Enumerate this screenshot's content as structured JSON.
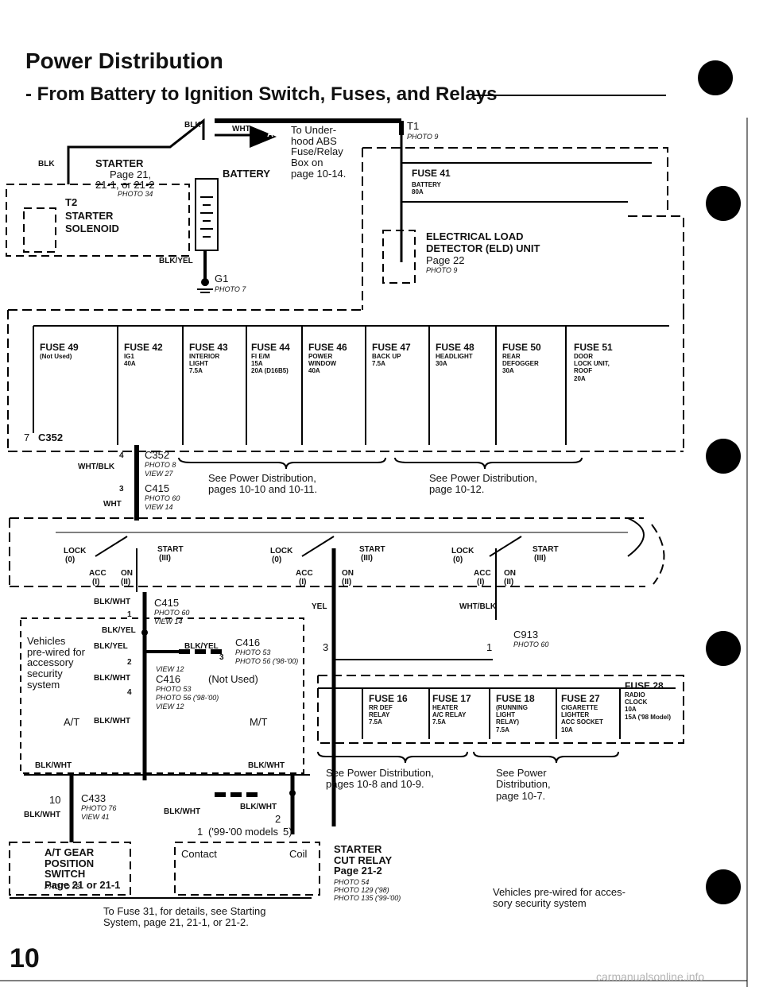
{
  "header": {
    "title": "Power Distribution",
    "subtitle": "From Battery to Ignition Switch, Fuses, and Relays"
  },
  "top": {
    "blk1": "BLK",
    "blk2": "BLK",
    "wht": "WHT",
    "starter": {
      "name": "STARTER",
      "page": "Page 21,",
      "pages": "21-1, or 21-2",
      "photo": "PHOTO 34"
    },
    "t2": "T2",
    "solenoid": {
      "l1": "STARTER",
      "l2": "SOLENOID"
    },
    "battery": "BATTERY",
    "a_marker": "A",
    "abs_note": "To Under-\nhood ABS\nFuse/Relay\nBox on\npage 10-14.",
    "blkyel": "BLK/YEL",
    "g1": {
      "name": "G1",
      "photo": "PHOTO 7"
    },
    "t1": {
      "name": "T1",
      "photo": "PHOTO 9"
    },
    "fuse41": {
      "name": "FUSE 41",
      "desc": "BATTERY",
      "amp": "80A"
    },
    "eld": {
      "l1": "ELECTRICAL LOAD",
      "l2": "DETECTOR (ELD) UNIT",
      "page": "Page 22",
      "photo": "PHOTO 9"
    }
  },
  "fuse_row": [
    {
      "name": "FUSE 49",
      "desc": "(Not Used)",
      "amp": ""
    },
    {
      "name": "FUSE 42",
      "desc": "IG1",
      "amp": "40A"
    },
    {
      "name": "FUSE 43",
      "desc": "INTERIOR\nLIGHT",
      "amp": "7.5A"
    },
    {
      "name": "FUSE 44",
      "desc": "FI E/M\n15A",
      "amp": "20A (D16B5)"
    },
    {
      "name": "FUSE 46",
      "desc": "POWER\nWINDOW",
      "amp": "40A"
    },
    {
      "name": "FUSE 47",
      "desc": "BACK UP",
      "amp": "7.5A"
    },
    {
      "name": "FUSE 48",
      "desc": "HEADLIGHT",
      "amp": "30A"
    },
    {
      "name": "FUSE 50",
      "desc": "REAR\nDEFOGGER",
      "amp": "30A"
    },
    {
      "name": "FUSE 51",
      "desc": "DOOR\nLOCK UNIT,\nROOF",
      "amp": "20A"
    }
  ],
  "mid": {
    "c352_pin": "7",
    "c352": "C352",
    "pin4": "4",
    "whtblk": "WHT/BLK",
    "c352b": "C352",
    "c352b_photo": "PHOTO 8",
    "c352b_view": "VIEW 27",
    "pin3": "3",
    "wht": "WHT",
    "c415": "C415",
    "c415_photo": "PHOTO 60",
    "c415_view": "VIEW 14",
    "see1": "See Power Distribution,\npages 10-10 and 10-11.",
    "see2": "See Power Distribution,\npage 10-12."
  },
  "ign": {
    "lock": "LOCK",
    "lock_n": "(0)",
    "acc": "ACC",
    "acc_n": "(I)",
    "on": "ON",
    "on_n": "(II)",
    "start": "START",
    "start_n": "(III)"
  },
  "lower": {
    "blkwht1": "BLK/WHT",
    "pin1": "1",
    "c415": "C415",
    "c415_photo": "PHOTO 60",
    "c415_view": "VIEW 14",
    "yel": "YEL",
    "whtblk": "WHT/BLK",
    "blkyel": "BLK/YEL",
    "vehicles": "Vehicles\npre-wired for\naccessory\nsecurity\nsystem",
    "blkyel2": "BLK/YEL",
    "pin2": "2",
    "blkyel3": "BLK/YEL",
    "c416": "C416",
    "c416_photo": "PHOTO 53",
    "c416_photo2": "PHOTO 56 ('98-'00)",
    "c416_view": "VIEW 12",
    "pin3": "3",
    "blkwht2": "BLK/WHT",
    "c416b": "C416",
    "notused": "(Not Used)",
    "c416b_photo": "PHOTO 53",
    "c416b_photo2": "PHOTO 56 ('98-'00)",
    "c416b_view": "VIEW 12",
    "pin4": "4",
    "at": "A/T",
    "blkwht3": "BLK/WHT",
    "mt": "M/T",
    "pin3b": "3",
    "pin1b": "1",
    "c913": "C913",
    "c913_photo": "PHOTO 60"
  },
  "relay_fuses": [
    {
      "name": "FUSE 16",
      "desc": "RR DEF\nRELAY",
      "amp": "7.5A"
    },
    {
      "name": "FUSE 17",
      "desc": "HEATER\nA/C RELAY",
      "amp": "7.5A"
    },
    {
      "name": "FUSE 18",
      "desc": "(RUNNING\nLIGHT\nRELAY)",
      "amp": "7.5A"
    },
    {
      "name": "FUSE 27",
      "desc": "CIGARETTE\nLIGHTER\nACC SOCKET",
      "amp": "10A"
    },
    {
      "name": "FUSE 28",
      "desc": "RADIO\nCLOCK\n10A",
      "amp": "15A ('98 Model)"
    }
  ],
  "bottom": {
    "blkwht_a": "BLK/WHT",
    "pin10": "10",
    "c433": "C433",
    "c433_photo": "PHOTO 76",
    "c433_view": "VIEW 41",
    "blkwht_b": "BLK/WHT",
    "blkwht_c": "BLK/WHT",
    "blkwht_d": "BLK/WHT",
    "blkwht_e": "BLK/WHT",
    "pin2": "2",
    "pin1": "1",
    "models": "('99-'00 models",
    "models_pin": "5)",
    "atgear": "A/T GEAR\nPOSITION\nSWITCH\nPage 21 or 21-1",
    "atgear_photo": "PHOTO 78",
    "contact": "Contact",
    "coil": "Coil",
    "scr": "STARTER\nCUT RELAY\nPage 21-2",
    "scr_photo": "PHOTO 54\nPHOTO 129 ('98)\nPHOTO 135 ('99-'00)",
    "see3": "See Power Distribution,\npages 10-8 and 10-9.",
    "see4": "See Power\nDistribution,\npage 10-7.",
    "vehicles2": "Vehicles pre-wired for acces-\nsory security system",
    "tofuse": "To Fuse 31, for details, see Starting\nSystem, page 21, 21-1, or 21-2.",
    "page_number": "10",
    "watermark": "carmanualsonline.info"
  }
}
